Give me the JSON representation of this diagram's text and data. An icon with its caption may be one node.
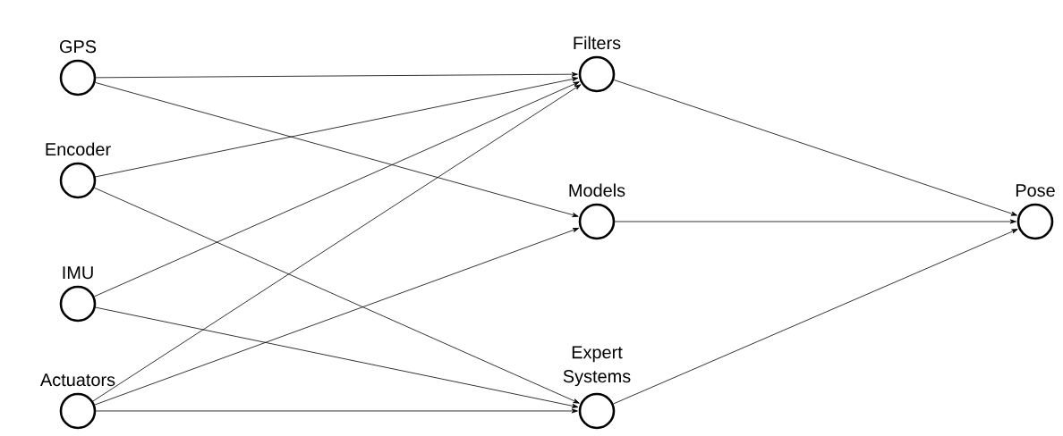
{
  "diagram": {
    "nodes": [
      {
        "text": [
          "GPS"
        ]
      },
      {
        "text": [
          "Encoder"
        ]
      },
      {
        "text": [
          "IMU"
        ]
      },
      {
        "text": [
          "Actuators"
        ]
      },
      {
        "text": [
          "Filters"
        ]
      },
      {
        "text": [
          "Models"
        ]
      },
      {
        "text": [
          "Expert Systems"
        ]
      },
      {
        "text": [
          "Pose"
        ]
      }
    ],
    "edges": [
      {
        "from": 0,
        "to": 4,
        "arrow": "to"
      },
      {
        "from": 0,
        "to": 5,
        "arrow": "to"
      },
      {
        "from": 1,
        "to": 4,
        "arrow": "to"
      },
      {
        "from": 1,
        "to": 6,
        "arrow": "to"
      },
      {
        "from": 2,
        "to": 4,
        "arrow": "to"
      },
      {
        "from": 2,
        "to": 6,
        "arrow": "to"
      },
      {
        "from": 3,
        "to": 4,
        "arrow": "to"
      },
      {
        "from": 3,
        "to": 5,
        "arrow": "to"
      },
      {
        "from": 3,
        "to": 6,
        "arrow": "to"
      },
      {
        "from": 4,
        "to": 7,
        "arrow": "to"
      },
      {
        "from": 5,
        "to": 7,
        "arrow": "to"
      },
      {
        "from": 6,
        "to": 7,
        "arrow": "to"
      }
    ]
  }
}
